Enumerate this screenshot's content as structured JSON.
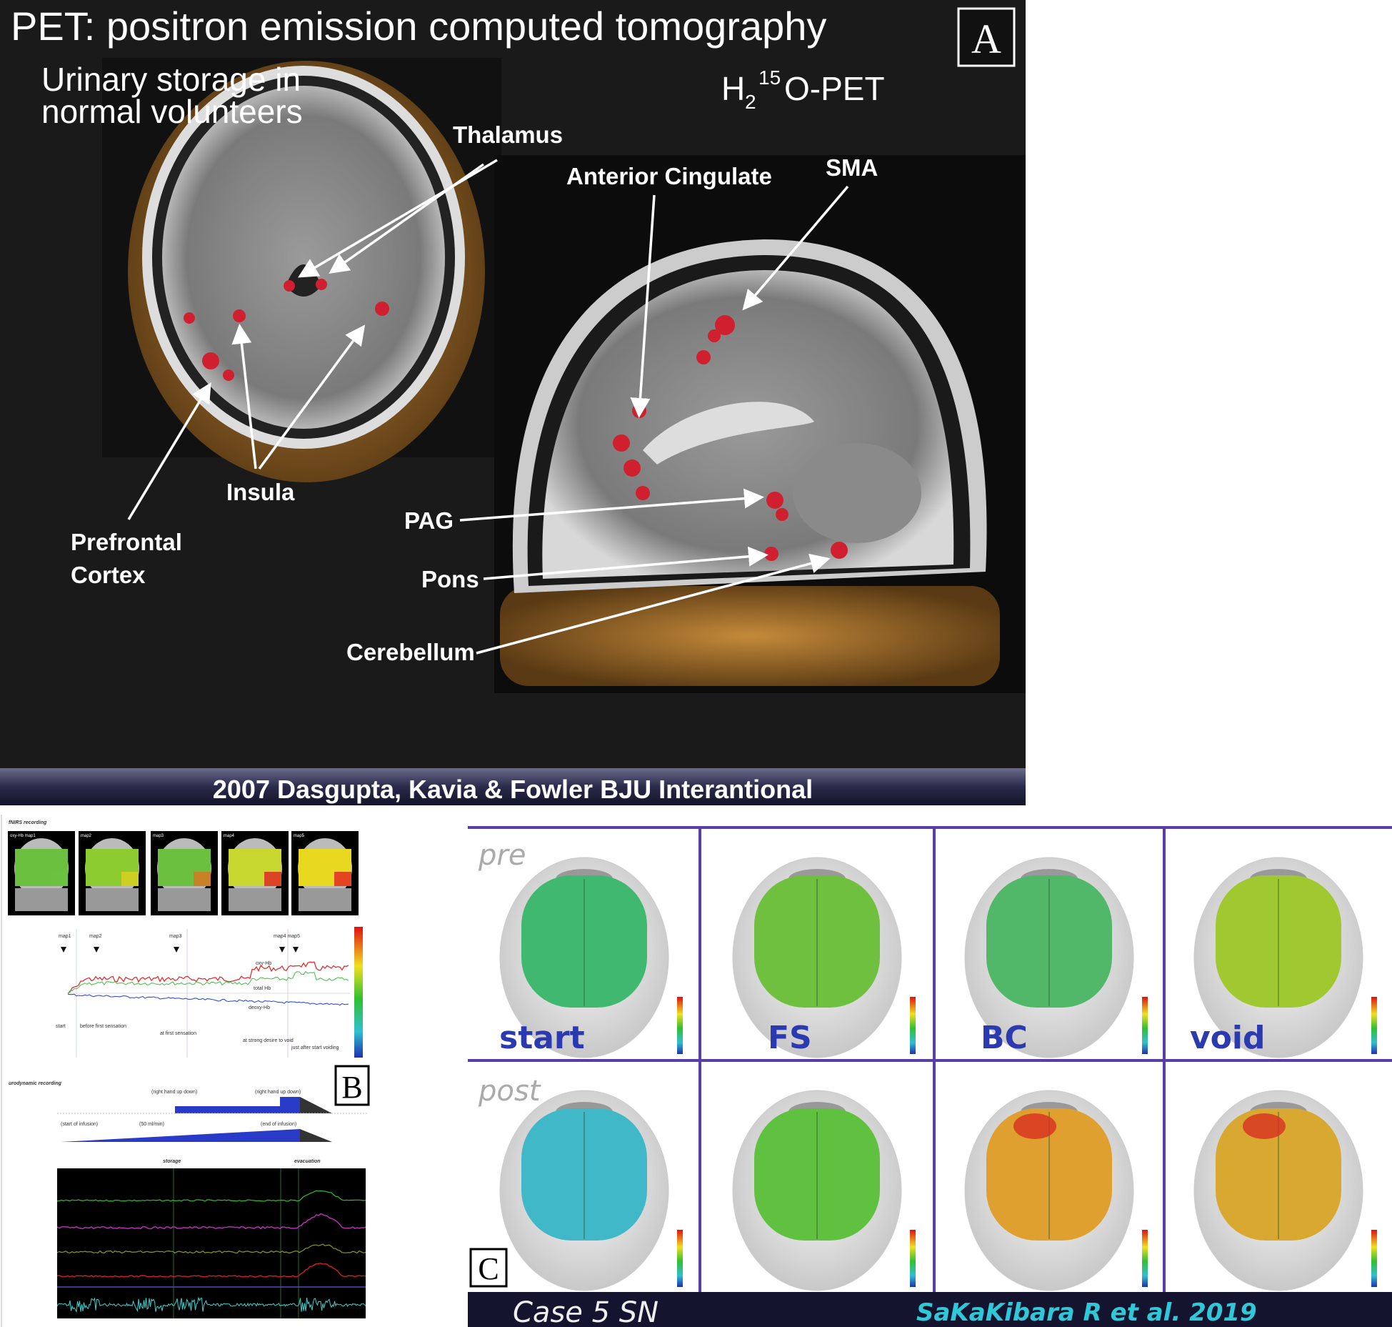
{
  "panel_a": {
    "letter": "A",
    "title": "PET: positron emission computed tomography",
    "subtitle_line1": "Urinary storage in",
    "subtitle_line2": "normal volunteers",
    "tracer_h": "H",
    "tracer_sub": "2",
    "tracer_sup": "15",
    "tracer_rest": "O-PET",
    "labels": {
      "thalamus": "Thalamus",
      "anterior_cingulate": "Anterior Cingulate",
      "sma": "SMA",
      "insula": "Insula",
      "prefrontal_1": "Prefrontal",
      "prefrontal_2": "Cortex",
      "pag": "PAG",
      "pons": "Pons",
      "cerebellum": "Cerebellum"
    },
    "citation": "2007 Dasgupta, Kavia & Fowler   BJU Interantional"
  },
  "panel_b": {
    "letter": "B",
    "nirs_title": "fNIRS recording",
    "maps": [
      "oxy-Hb map1",
      "map2",
      "map3",
      "map4",
      "map5"
    ],
    "markers": [
      "map1",
      "map2",
      "map3",
      "map4 map5"
    ],
    "series": [
      "oxy-Hb",
      "total Hb",
      "deoxy-Hb"
    ],
    "events": [
      "start",
      "before first sensation",
      "at first sensation",
      "at strong desire to void",
      "just after start voiding"
    ],
    "uro_title": "urodynamic recording",
    "annotations": [
      "(right hand up down)",
      "(right hand up down)",
      "(start of infusion)",
      "(50 ml/min)",
      "(end of infusion)"
    ],
    "phases": [
      "storage",
      "evacuation"
    ]
  },
  "panel_c": {
    "letter": "C",
    "rows": [
      "pre",
      "post"
    ],
    "columns": [
      "start",
      "FS",
      "BC",
      "void"
    ],
    "case": "Case 5 SN",
    "citation": "SaKaKibara R et al. 2019"
  }
}
